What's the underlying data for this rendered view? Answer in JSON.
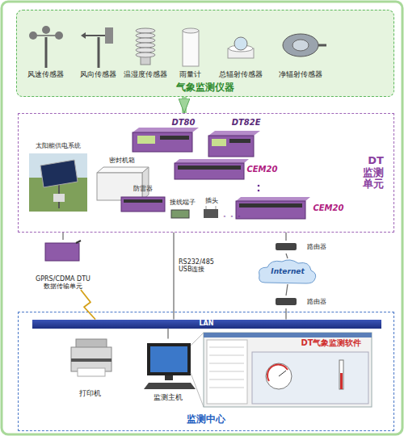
{
  "diagram": {
    "nodes": [
      {
        "text": [
          "气象监测仪器"
        ]
      },
      {
        "text": [
          "风速传感器"
        ],
        "in": 0
      },
      {
        "text": [
          "风向传感器"
        ],
        "in": 0
      },
      {
        "text": [
          "温湿度传感器"
        ],
        "in": 0
      },
      {
        "text": [
          "雨量计"
        ],
        "in": 0
      },
      {
        "text": [
          "总辐射传感器"
        ],
        "in": 0
      },
      {
        "text": [
          "净辐射传感器"
        ],
        "in": 0
      },
      {
        "text": [
          "DT 监测 单元"
        ]
      },
      {
        "text": [
          "DT80"
        ],
        "in": 7
      },
      {
        "text": [
          "DT82E"
        ],
        "in": 7
      },
      {
        "text": [
          "CEM20"
        ],
        "in": 7
      },
      {
        "text": [
          "CEM20"
        ],
        "in": 7
      },
      {
        "text": [
          "太阳能供电系统"
        ],
        "in": 7
      },
      {
        "text": [
          "密封机箱"
        ],
        "in": 7
      },
      {
        "text": [
          "防雷器"
        ],
        "in": 7
      },
      {
        "text": [
          "接线端子"
        ],
        "in": 7
      },
      {
        "text": [
          "插头"
        ],
        "in": 7
      },
      {
        "text": [
          "GPRS/CDMA DTU 数据传输单元"
        ]
      },
      {
        "text": [
          "路由器"
        ]
      },
      {
        "text": [
          "Internet"
        ]
      },
      {
        "text": [
          "路由器"
        ]
      },
      {
        "text": [
          "监测中心"
        ]
      },
      {
        "text": [
          "LAN"
        ],
        "in": 21
      },
      {
        "text": [
          "打印机"
        ],
        "in": 21
      },
      {
        "text": [
          "监测主机"
        ],
        "in": 21
      },
      {
        "text": [
          "DT气象监测软件"
        ],
        "in": 21
      }
    ],
    "edges": [
      {
        "from": 0,
        "to": 7,
        "arrow": "to"
      },
      {
        "from": 7,
        "to": 17,
        "arrow": "none"
      },
      {
        "from": 17,
        "to": 22,
        "arrow": "none"
      },
      {
        "from": 7,
        "to": 22,
        "label": "RS232/485 USB连接",
        "arrow": "none"
      },
      {
        "from": 7,
        "to": 18,
        "arrow": "none"
      },
      {
        "from": 18,
        "to": 19,
        "arrow": "none"
      },
      {
        "from": 19,
        "to": 20,
        "arrow": "none"
      },
      {
        "from": 20,
        "to": 22,
        "arrow": "none"
      },
      {
        "from": 22,
        "to": 24,
        "arrow": "none"
      }
    ],
    "labels": [
      "。。。"
    ]
  }
}
